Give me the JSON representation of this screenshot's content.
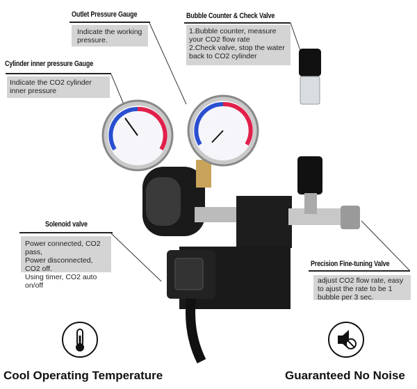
{
  "callouts": {
    "outlet": {
      "title": "Outlet Pressure Gauge",
      "text": [
        "Indicate the working",
        "pressure."
      ]
    },
    "bubble": {
      "title": "Bubble Counter & Check Valve",
      "text": [
        "1.Bubble counter, measure",
        "your CO2 flow rate",
        "2.Check valve, stop the water",
        "back to CO2 cylinder"
      ]
    },
    "cylinder": {
      "title": "Cylinder inner pressure Gauge",
      "text": [
        "Indicate the CO2 cylinder",
        "inner pressure"
      ]
    },
    "solenoid": {
      "title": "Solenoid valve",
      "text": [
        "Power connected, CO2  pass,",
        "Power disconnected, CO2 off.",
        "Using timer, CO2 auto on/off"
      ]
    },
    "fine": {
      "title": "Precision Fine-tuning Valve",
      "text": [
        "adjust CO2 flow rate, easy",
        "to ajust the rate to be 1",
        "bubble per 3 sec."
      ]
    }
  },
  "features": [
    {
      "label": "Cool Operating Temperature",
      "icon": "thermometer-icon"
    },
    {
      "label": "Guaranteed No Noise",
      "icon": "mute-speaker-icon"
    }
  ],
  "colors": {
    "box": "#d4d4d4",
    "gauge_red": "#e0204a",
    "gauge_blue": "#2a4fd0"
  }
}
